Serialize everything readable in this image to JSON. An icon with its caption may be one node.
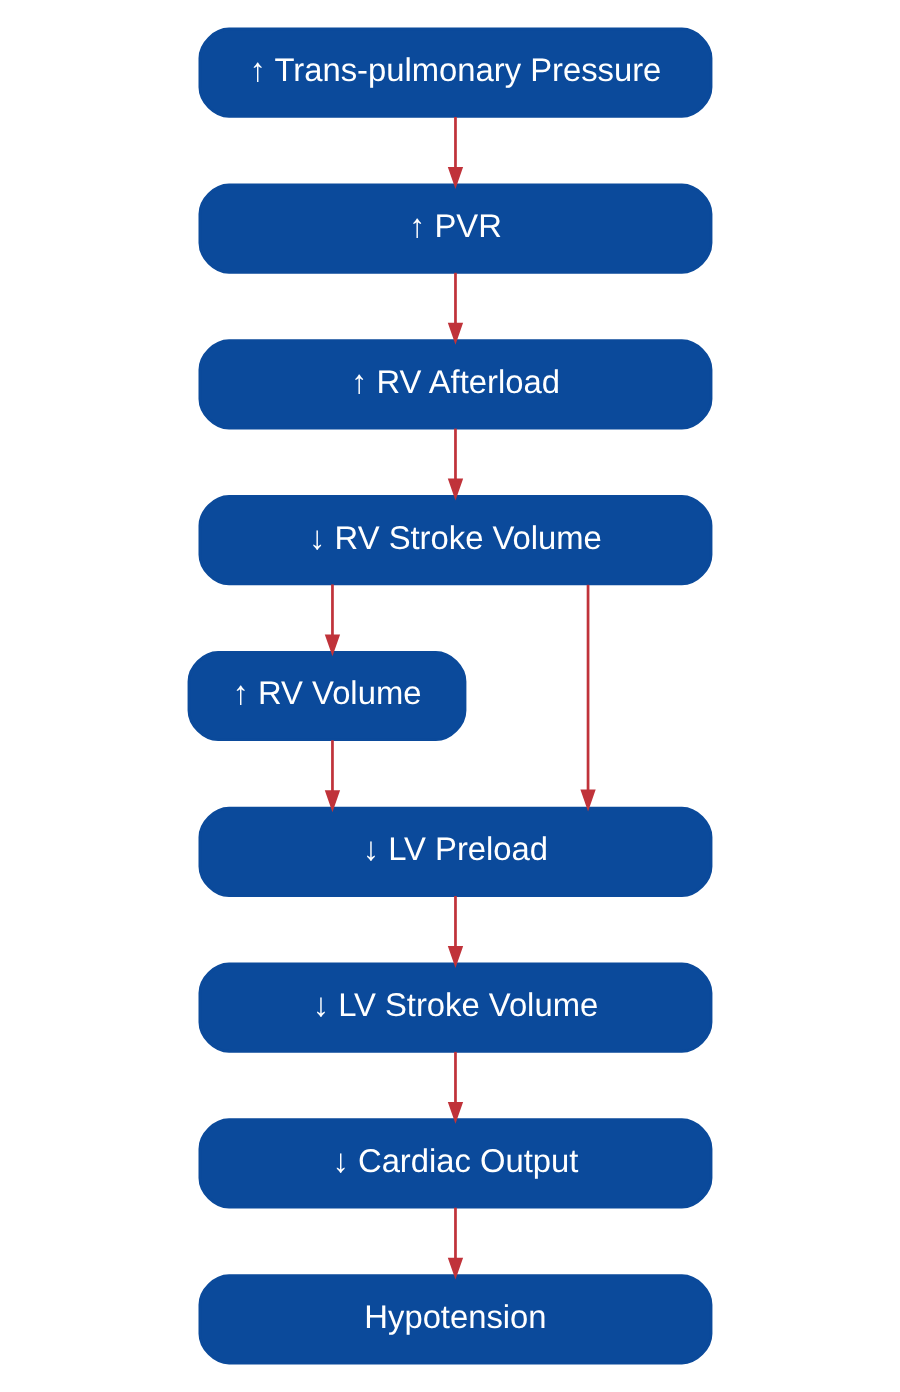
{
  "diagram": {
    "nodes": [
      {
        "text": [
          "↑ Trans-pulmonary Pressure"
        ]
      },
      {
        "text": [
          "↑ PVR"
        ]
      },
      {
        "text": [
          "↑ RV Afterload"
        ]
      },
      {
        "text": [
          "↓ RV Stroke Volume"
        ]
      },
      {
        "text": [
          "↑ RV Volume"
        ]
      },
      {
        "text": [
          "↓ LV Preload"
        ]
      },
      {
        "text": [
          "↓ LV Stroke Volume"
        ]
      },
      {
        "text": [
          "↓ Cardiac Output"
        ]
      },
      {
        "text": [
          "Hypotension"
        ]
      }
    ],
    "edges": [
      {
        "from": 0,
        "to": 1,
        "arrow": "to"
      },
      {
        "from": 1,
        "to": 2,
        "arrow": "to"
      },
      {
        "from": 2,
        "to": 3,
        "arrow": "to"
      },
      {
        "from": 3,
        "to": 5,
        "arrow": "to"
      },
      {
        "from": 3,
        "to": 4,
        "arrow": "to"
      },
      {
        "from": 4,
        "to": 5,
        "arrow": "to"
      },
      {
        "from": 5,
        "to": 6,
        "arrow": "to"
      },
      {
        "from": 6,
        "to": 7,
        "arrow": "to"
      },
      {
        "from": 7,
        "to": 8,
        "arrow": "to"
      }
    ]
  }
}
